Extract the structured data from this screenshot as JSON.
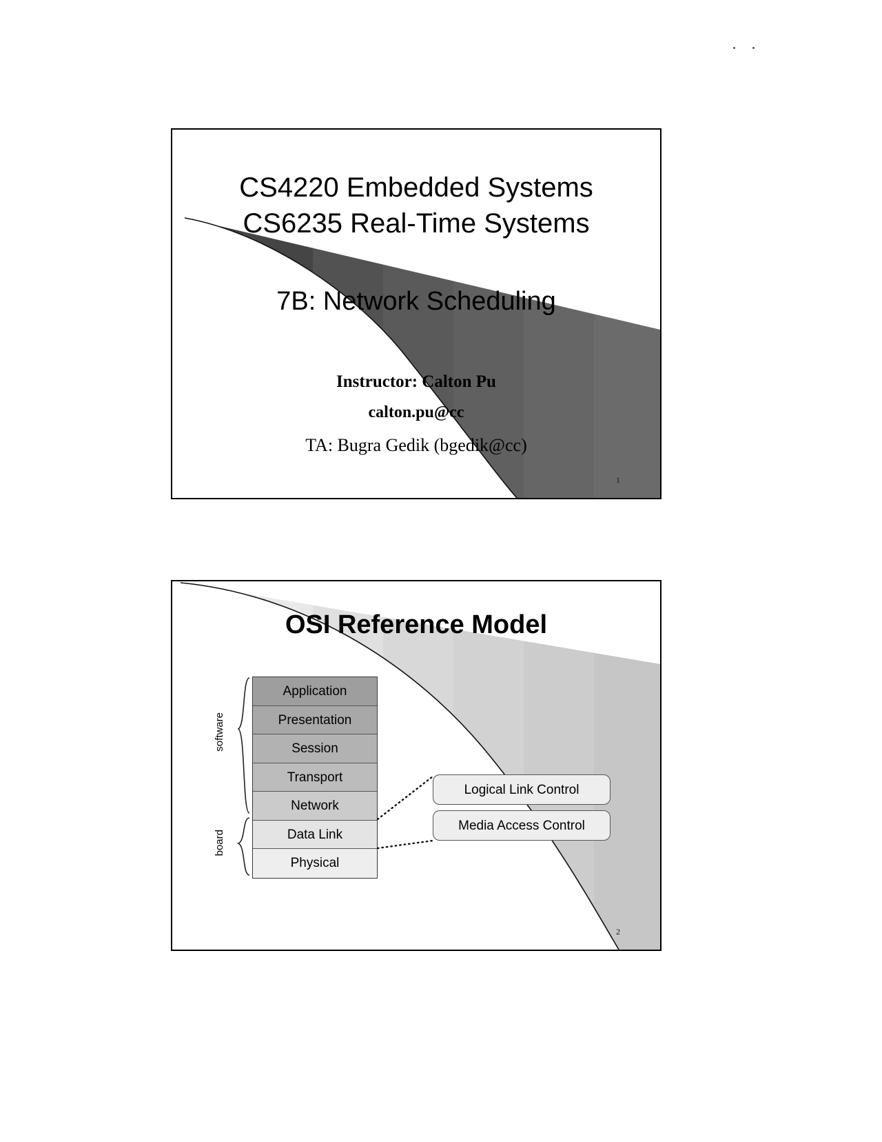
{
  "page": {
    "marks": [
      "dot",
      "dot"
    ]
  },
  "slides": [
    {
      "index": 1,
      "page_number": "1",
      "title_line1": "CS4220 Embedded Systems",
      "title_line2": "CS6235 Real-Time Systems",
      "subject": "7B: Network Scheduling",
      "instructor": "Instructor: Calton Pu",
      "email": "calton.pu@cc",
      "ta": "TA: Bugra Gedik (bgedik@cc)",
      "decor_colors": [
        "#3b3b3b",
        "#454545",
        "#525252",
        "#5a5a5a",
        "#606060",
        "#666666",
        "#6b6b6b"
      ]
    },
    {
      "index": 2,
      "page_number": "2",
      "title": "OSI Reference Model",
      "group_labels": {
        "upper": "software",
        "lower": "board"
      },
      "layers": [
        {
          "name": "Application",
          "fill": "#9e9e9e"
        },
        {
          "name": "Presentation",
          "fill": "#a8a8a8"
        },
        {
          "name": "Session",
          "fill": "#b2b2b2"
        },
        {
          "name": "Transport",
          "fill": "#bcbcbc"
        },
        {
          "name": "Network",
          "fill": "#cbcbcb"
        },
        {
          "name": "Data Link",
          "fill": "#e4e4e4"
        },
        {
          "name": "Physical",
          "fill": "#eeeeee"
        }
      ],
      "callouts": [
        {
          "label": "Logical Link Control"
        },
        {
          "label": "Media Access Control"
        }
      ],
      "decor_colors": [
        "#f2f2f2",
        "#e9e9e9",
        "#e0e0e0",
        "#d8d8d8",
        "#d2d2d2",
        "#cccccc",
        "#c6c6c6"
      ]
    }
  ]
}
